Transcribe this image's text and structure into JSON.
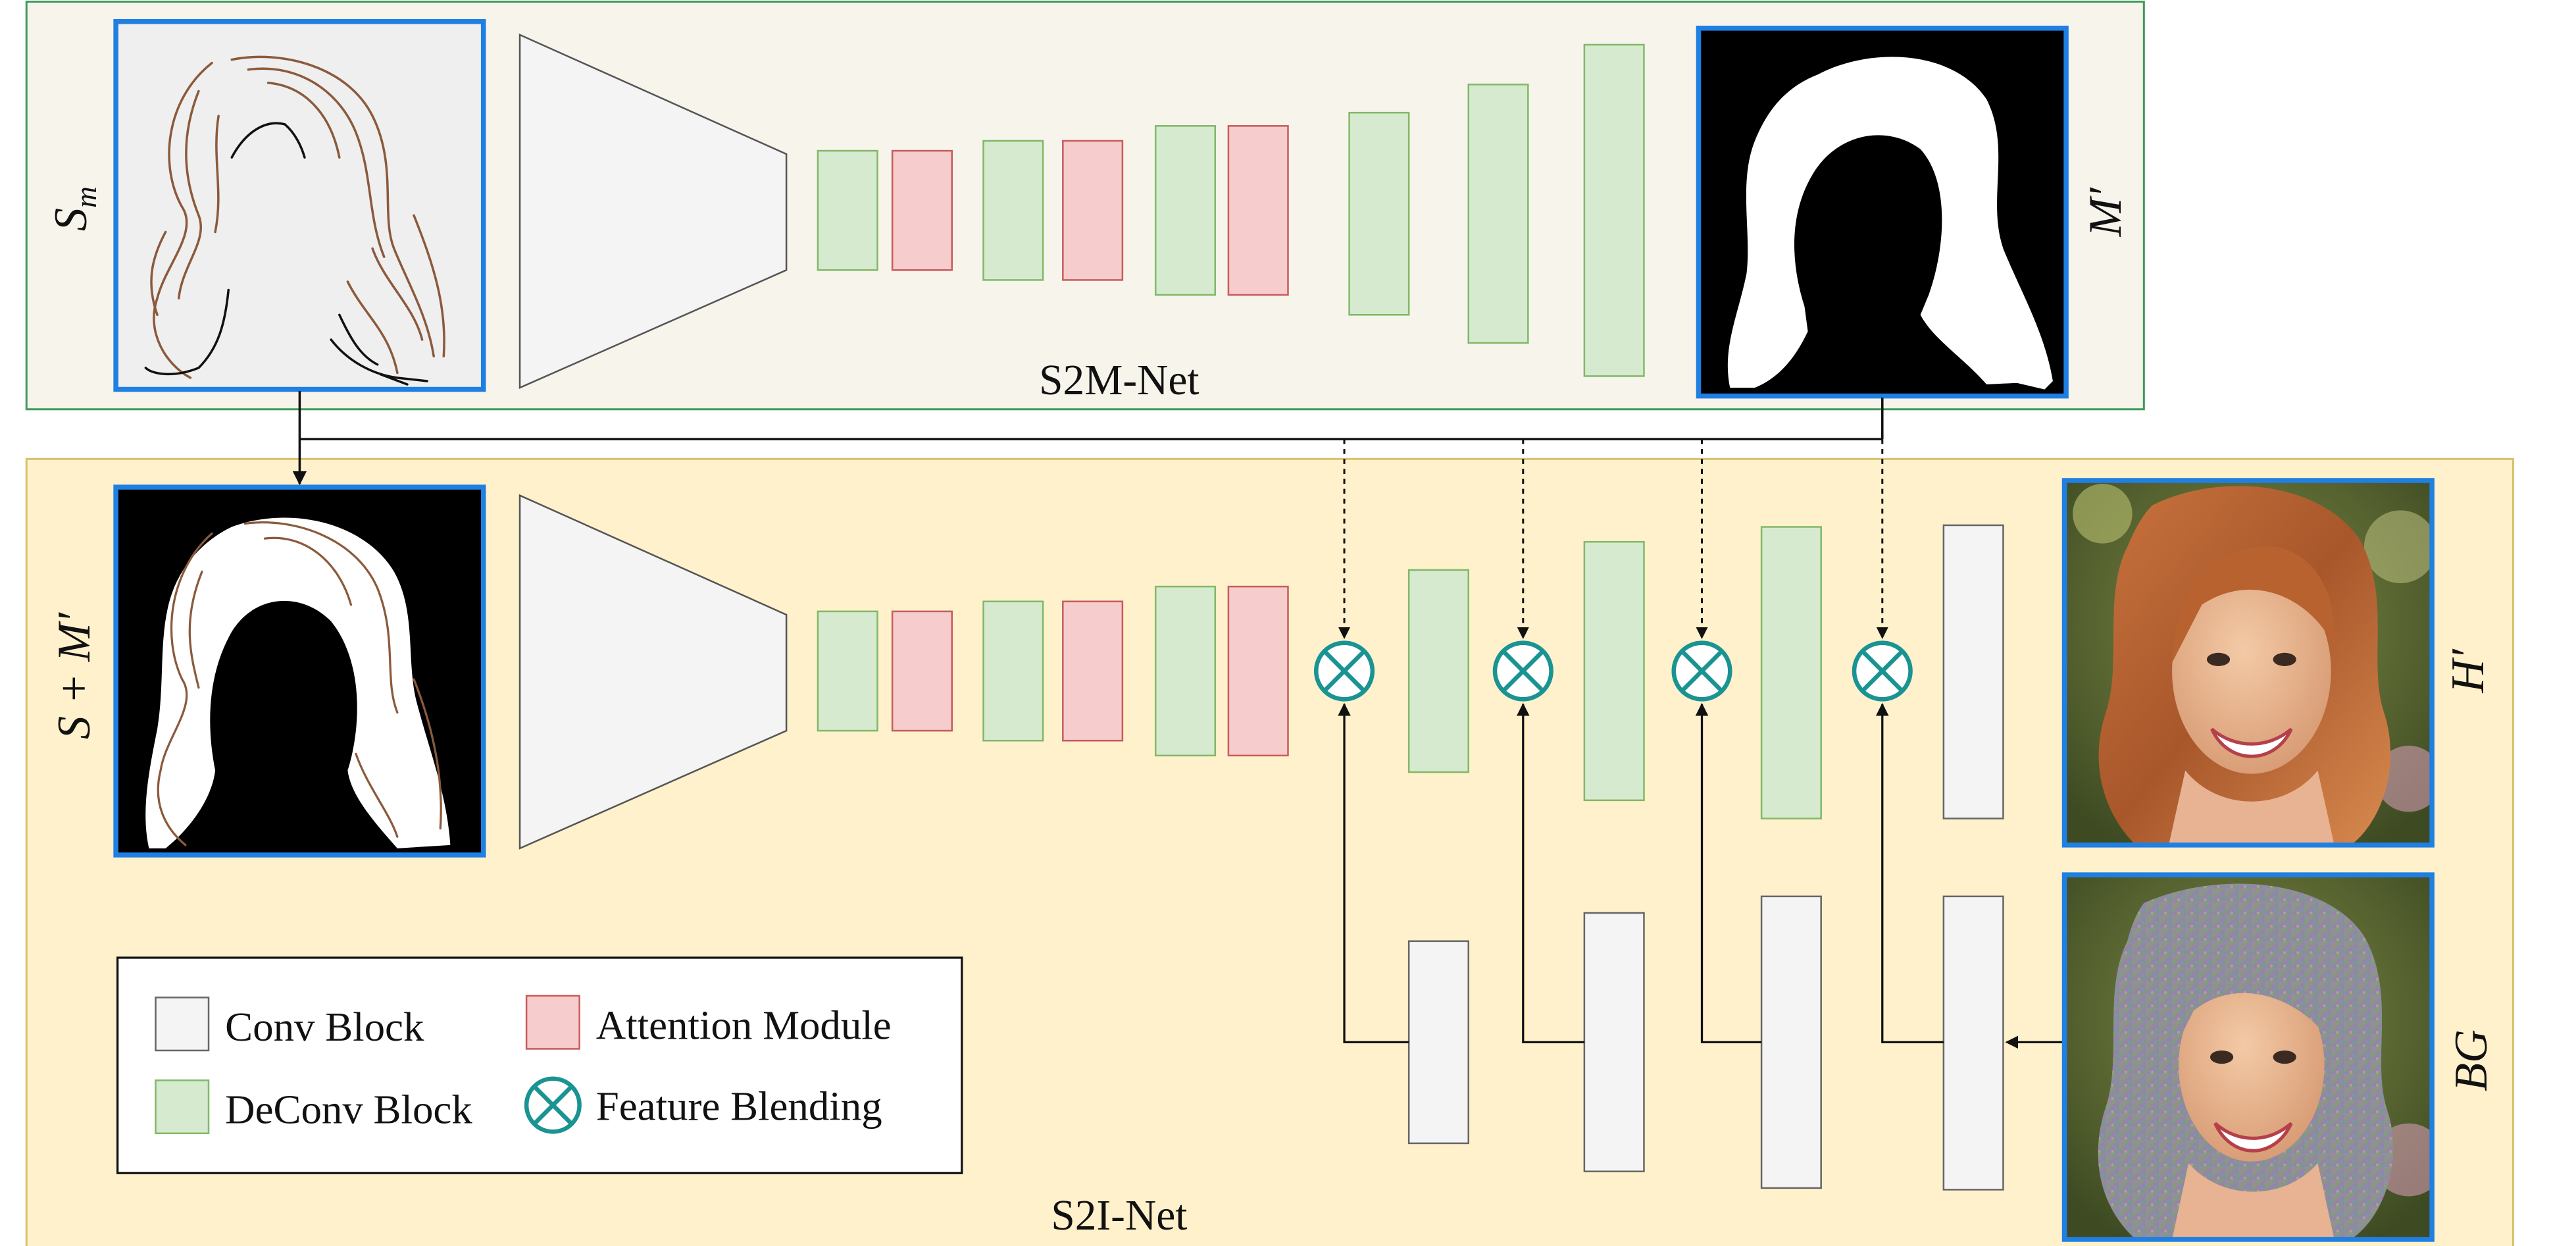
{
  "top_panel": {
    "title": "S2M-Net",
    "input_label": "S",
    "input_label_sub": "m",
    "output_label": "M′"
  },
  "bottom_panel": {
    "title": "S2I-Net",
    "input_label": "S + M′",
    "output_label_top": "H′",
    "output_label_bottom": "BG"
  },
  "legend": {
    "conv": "Conv Block",
    "deconv": "DeConv Block",
    "attention": "Attention Module",
    "blend": "Feature Blending"
  },
  "colors": {
    "top_panel_fill": "#f7f4ec",
    "top_panel_border": "#3f9a5c",
    "bottom_panel_fill": "#fff1cc",
    "bottom_panel_border": "#d9c06a",
    "image_frame": "#1f7fe3",
    "conv_fill": "#f4f4f4",
    "conv_border": "#666666",
    "deconv_fill": "#d6ead0",
    "deconv_border": "#82b868",
    "attention_fill": "#f6cccc",
    "attention_border": "#c85c5c",
    "blend_stroke": "#1a9393",
    "sketch_stroke": "#8b5a3c"
  }
}
